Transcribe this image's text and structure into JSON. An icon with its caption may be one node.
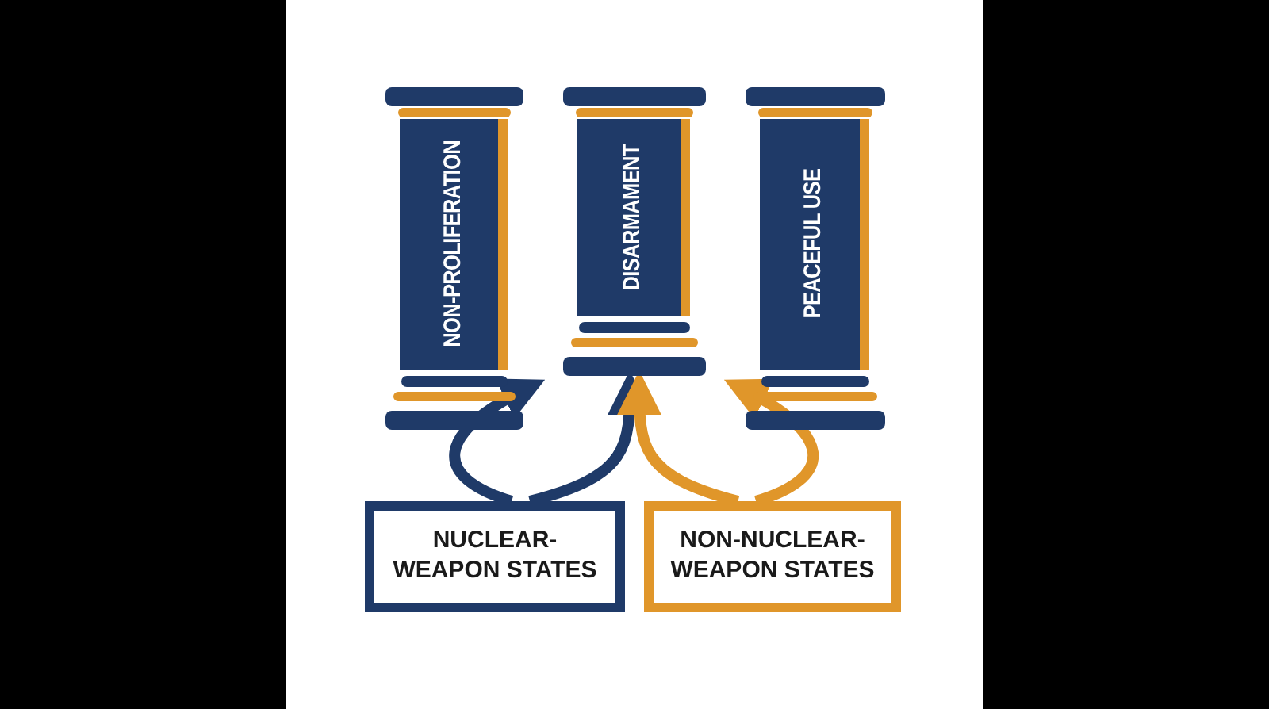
{
  "diagram": {
    "nodes": [
      {
        "text": [
          "NON-PROLIFERATION"
        ]
      },
      {
        "text": [
          "DISARMAMENT"
        ]
      },
      {
        "text": [
          "PEACEFUL USE"
        ]
      },
      {
        "text": [
          "NUCLEAR-WEAPON STATES"
        ]
      },
      {
        "text": [
          "NON-NUCLEAR-WEAPON STATES"
        ]
      }
    ],
    "edges": [
      {
        "from": 3,
        "to": 0,
        "arrow": "to",
        "color": "#1f3a68"
      },
      {
        "from": 3,
        "to": 1,
        "arrow": "to",
        "color": "#1f3a68"
      },
      {
        "from": 4,
        "to": 1,
        "arrow": "to",
        "color": "#e0962a"
      },
      {
        "from": 4,
        "to": 2,
        "arrow": "to",
        "color": "#e0962a"
      }
    ]
  }
}
